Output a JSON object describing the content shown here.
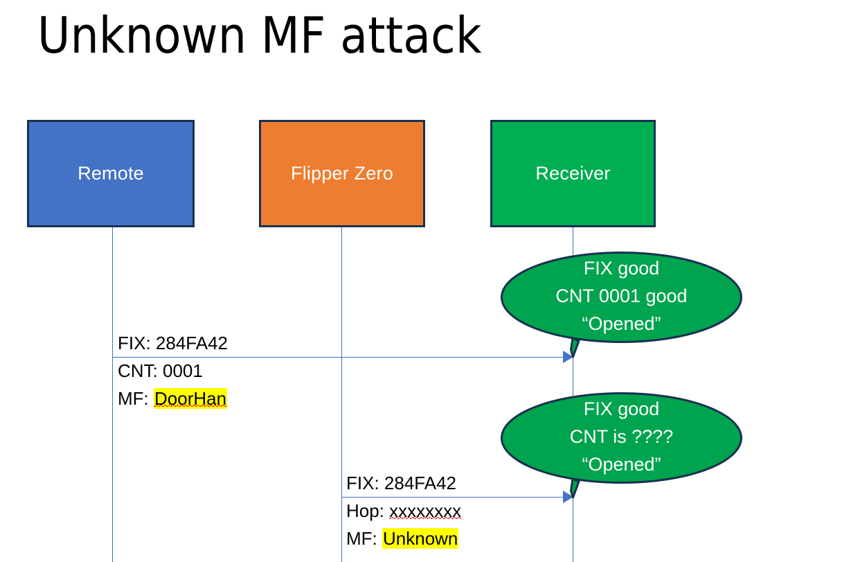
{
  "slide": {
    "title": "Unknown MF attack",
    "background_color": "#FFFFFF"
  },
  "colors": {
    "remote_fill": "#4472C4",
    "flipper_fill": "#ED7D31",
    "receiver_fill": "#00AE53",
    "callout_fill": "#00A44E",
    "box_border": "#17314F",
    "lifeline": "#4472C4",
    "arrow": "#4472C4",
    "highlight": "#FFFF00",
    "spellcheck_underline": "#E03030",
    "label_text": "#FFFFFF",
    "body_text": "#000000"
  },
  "actors": [
    {
      "id": "remote",
      "label": "Remote",
      "fill": "#4472C4"
    },
    {
      "id": "flipper",
      "label": "Flipper Zero",
      "fill": "#ED7D31"
    },
    {
      "id": "receiver",
      "label": "Receiver",
      "fill": "#00AE53"
    }
  ],
  "messages": [
    {
      "id": "msg-remote-to-receiver",
      "from": "remote",
      "to": "receiver",
      "lines": [
        {
          "label": "FIX: ",
          "value": "284FA42",
          "highlighted": false,
          "spellcheck_error": false
        },
        {
          "label": "CNT: ",
          "value": "0001",
          "highlighted": false,
          "spellcheck_error": false
        },
        {
          "label": "MF: ",
          "value": "DoorHan",
          "highlighted": true,
          "spellcheck_error": true
        }
      ]
    },
    {
      "id": "msg-flipper-to-receiver",
      "from": "flipper",
      "to": "receiver",
      "lines": [
        {
          "label": "FIX: ",
          "value": "284FA42",
          "highlighted": false,
          "spellcheck_error": false
        },
        {
          "label": "Hop: ",
          "value": "xxxxxxxx",
          "highlighted": false,
          "spellcheck_error": true
        },
        {
          "label": "MF: ",
          "value": "Unknown",
          "highlighted": true,
          "spellcheck_error": false
        }
      ]
    }
  ],
  "callouts": [
    {
      "id": "callout-first",
      "attached_to": "msg-remote-to-receiver",
      "lines": [
        "FIX good",
        "CNT 0001 good",
        "“Opened”"
      ]
    },
    {
      "id": "callout-second",
      "attached_to": "msg-flipper-to-receiver",
      "lines": [
        "FIX good",
        "CNT is ????",
        "“Opened”"
      ]
    }
  ]
}
